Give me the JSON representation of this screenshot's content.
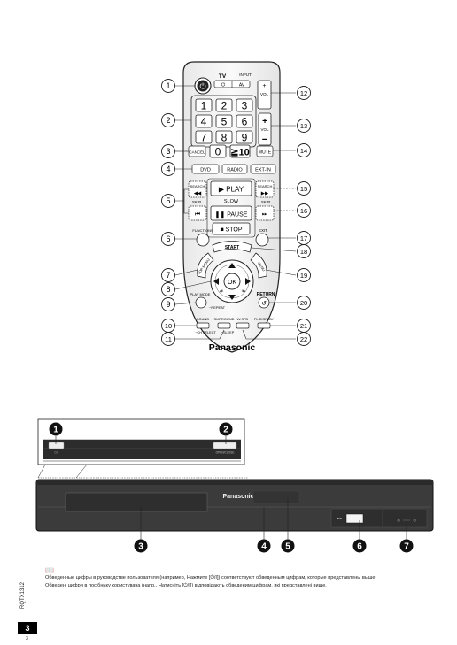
{
  "remote": {
    "keys": {
      "power_symbol": "⏻",
      "tv": "TV",
      "input": "INPUT",
      "av": "AV",
      "vol": "VOL",
      "plus": "+",
      "minus": "−",
      "mute": "MUTE",
      "cancel": "CANCEL",
      "zero": "0",
      "ten_plus": "≧10",
      "digits": [
        "1",
        "2",
        "3",
        "4",
        "5",
        "6",
        "7",
        "8",
        "9"
      ],
      "dvd": "DVD",
      "radio": "RADIO",
      "ext_in": "EXT-IN",
      "search": "SEARCH",
      "rewind": "◀◀",
      "fast_forward": "▶▶",
      "play": "▶ PLAY",
      "slow": "SLOW",
      "skip": "SKIP",
      "skip_prev": "⏮",
      "skip_next": "⏭",
      "pause": "❚❚ PAUSE",
      "stop": "■ STOP",
      "functions": "FUNCTIONS",
      "exit": "EXIT",
      "start": "START",
      "top_menu": "TOP MENU",
      "menu": "MENU",
      "ok": "OK",
      "play_mode": "PLAY MODE",
      "repeat": "REPEAT",
      "return": "RETURN",
      "sound": "SOUND",
      "ch_select": "CH SELECT",
      "surround": "SURROUND",
      "sleep": "SLEEP",
      "w_sfd": "W.SFD",
      "fl_display": "FL DISPLAY",
      "brand": "Panasonic"
    },
    "callouts": [
      "1",
      "2",
      "3",
      "4",
      "5",
      "6",
      "7",
      "8",
      "9",
      "10",
      "11",
      "12",
      "13",
      "14",
      "15",
      "16",
      "17",
      "18",
      "19",
      "20",
      "21",
      "22"
    ]
  },
  "unit": {
    "brand": "Panasonic",
    "callouts": [
      "1",
      "2",
      "3",
      "4",
      "5",
      "6",
      "7"
    ],
    "usb_symbol": "⊷",
    "led_glyph": "○",
    "button_label_1": "⏻/I",
    "button_label_2": "OPEN/CLOSE"
  },
  "footnote": {
    "book_icon": "📖",
    "line_ru": "Обведенные цифры в руководстве пользователя (например, Нажмите [⏻/I]) соответствуют обведенным цифрам, которые представлены выше.",
    "line_uk": "Обведені цифри в посібнику користувача (напр., Натисніть [⏻/I]) відповідають обведеним цифрам, які представлені вище."
  },
  "page": {
    "doc_code": "RQTX1312",
    "number": "3",
    "number_small": "3"
  }
}
